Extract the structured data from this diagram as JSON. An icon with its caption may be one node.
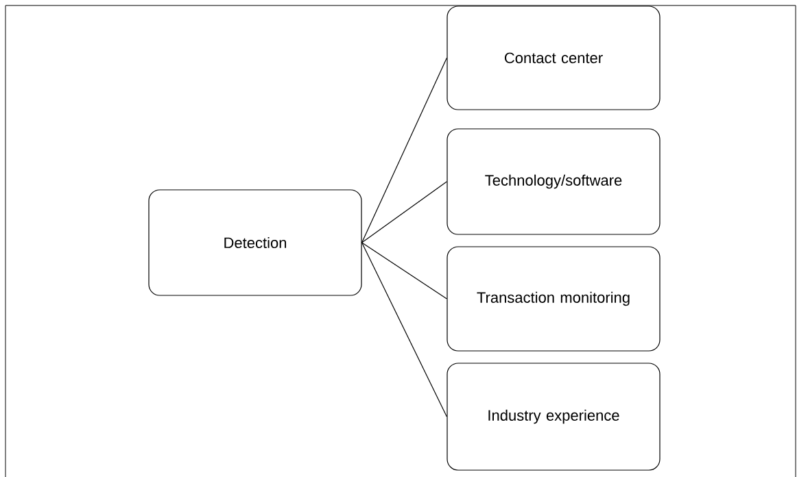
{
  "diagram": {
    "nodes": [
      {
        "text": [
          "Detection"
        ]
      },
      {
        "text": [
          "Contact center"
        ]
      },
      {
        "text": [
          "Technology/software"
        ]
      },
      {
        "text": [
          "Transaction monitoring"
        ]
      },
      {
        "text": [
          "Industry experience"
        ]
      }
    ],
    "edges": [
      {
        "from": 0,
        "to": 1,
        "arrow": "none"
      },
      {
        "from": 0,
        "to": 2,
        "arrow": "none"
      },
      {
        "from": 0,
        "to": 3,
        "arrow": "none"
      },
      {
        "from": 0,
        "to": 4,
        "arrow": "none"
      }
    ]
  }
}
